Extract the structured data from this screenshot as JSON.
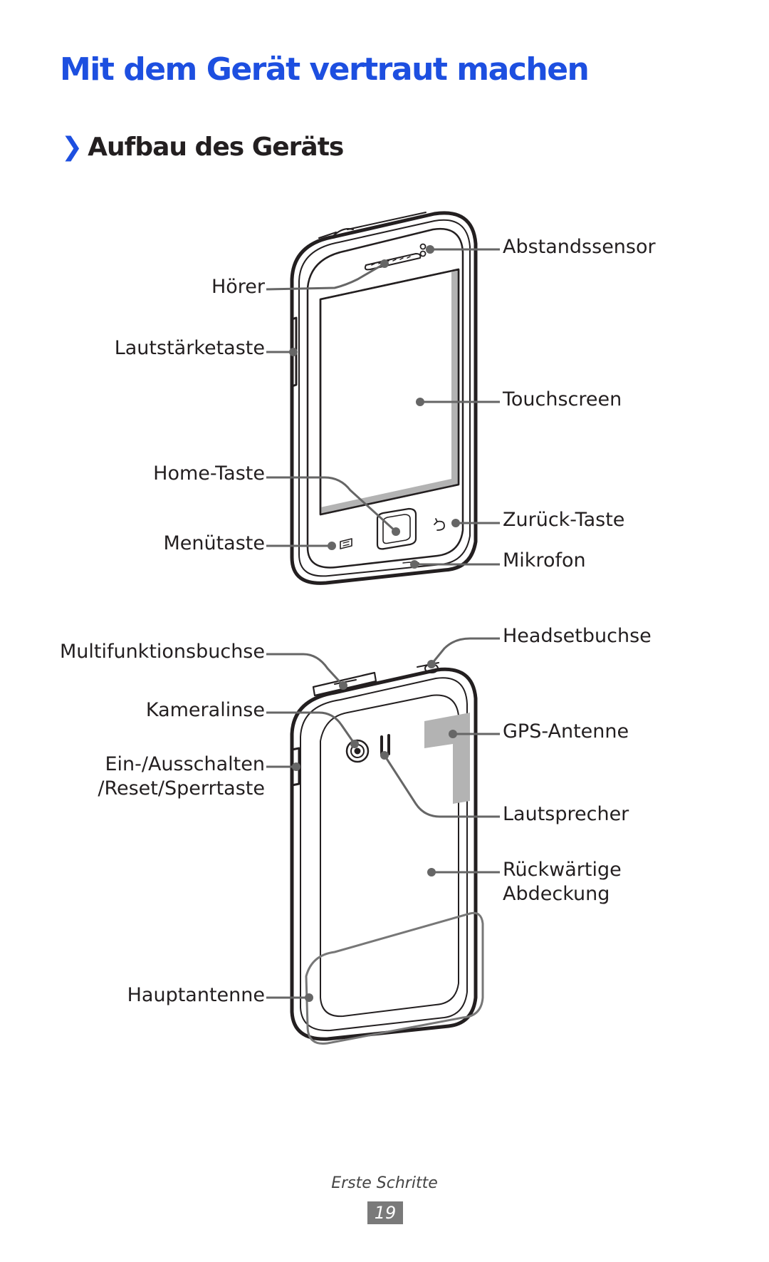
{
  "title": "Mit dem Gerät vertraut machen",
  "section": {
    "chevron": "❯",
    "heading": "Aufbau des Geräts"
  },
  "front_labels": {
    "hoerer": "Hörer",
    "lautstaerketaste": "Lautstärketaste",
    "home_taste": "Home-Taste",
    "menuetaste": "Menütaste",
    "abstandssensor": "Abstandssensor",
    "touchscreen": "Touchscreen",
    "zurueck_taste": "Zurück-Taste",
    "mikrofon": "Mikrofon"
  },
  "back_labels": {
    "multifunktionsbuchse": "Multifunktionsbuchse",
    "kameralinse": "Kameralinse",
    "ein_ausschalten_line1": "Ein-/Ausschalten",
    "ein_ausschalten_line2": "/Reset/Sperrtaste",
    "hauptantenne": "Hauptantenne",
    "headsetbuchse": "Headsetbuchse",
    "gps_antenne": "GPS-Antenne",
    "lautsprecher": "Lautsprecher",
    "rueckwaertige_line1": "Rückwärtige",
    "rueckwaertige_line2": "Abdeckung"
  },
  "footer": {
    "section_name": "Erste Schritte",
    "page_number": "19"
  },
  "colors": {
    "accent": "#1d4fe0",
    "text": "#231f20",
    "callout_gray": "#666666",
    "antenna_fill": "#b3b3b3"
  }
}
